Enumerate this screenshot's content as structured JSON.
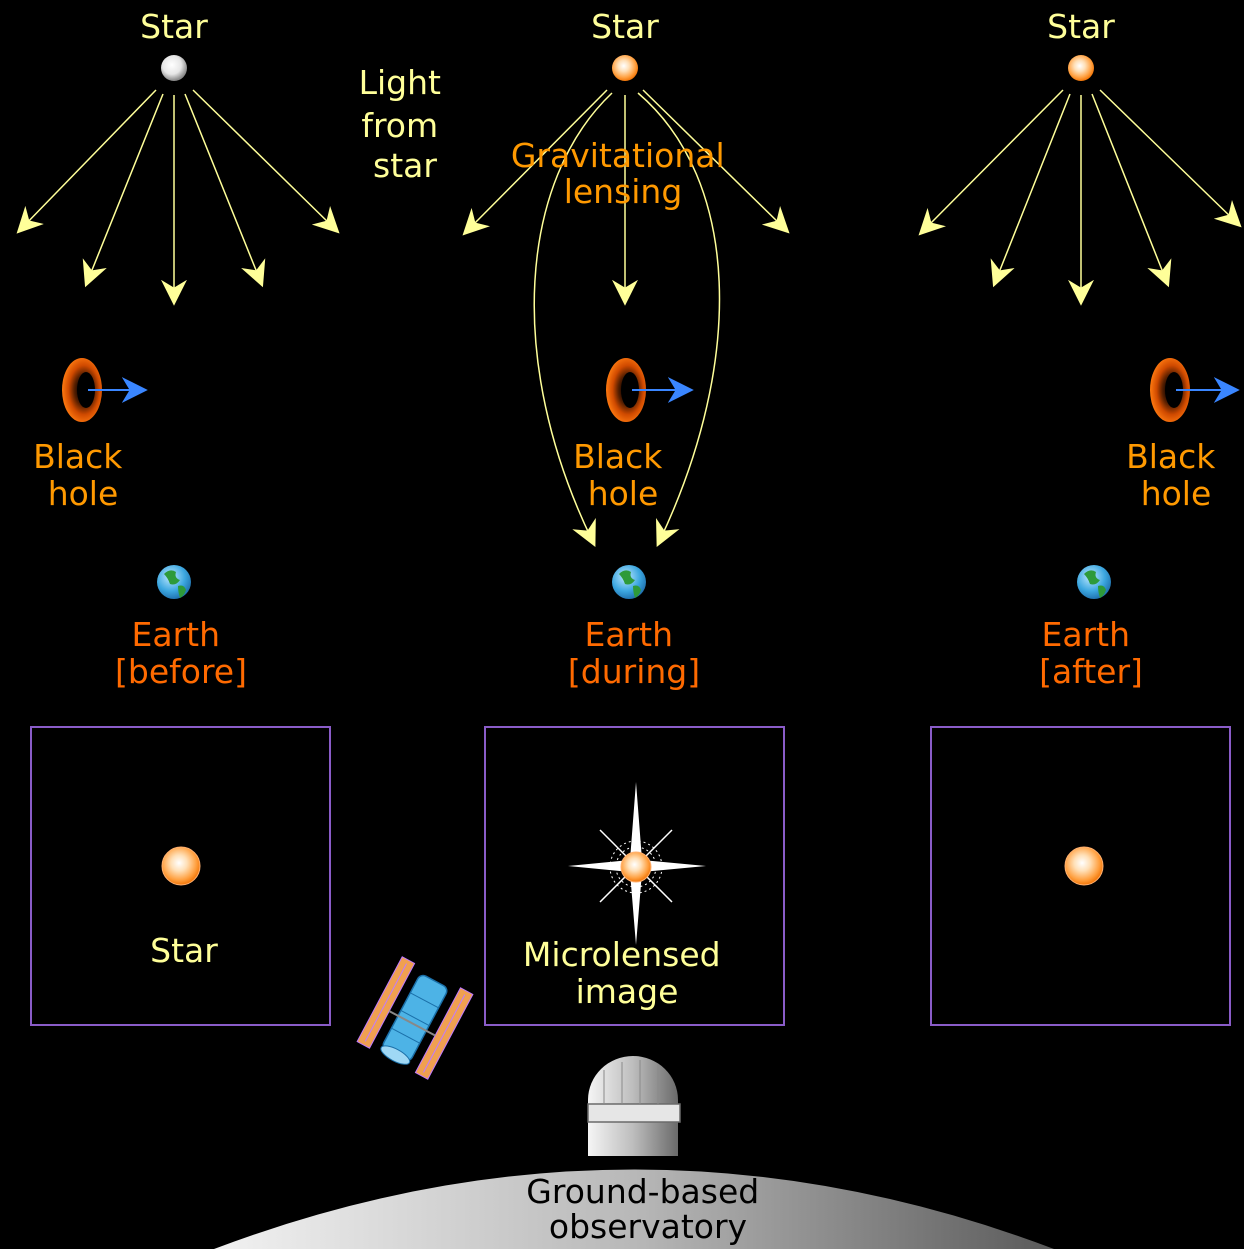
{
  "colors": {
    "background": "#000000",
    "star_label": "#ffff99",
    "orange_label": "#ff9900",
    "earth_label": "#ff6a00",
    "light_ray": "#ffff99",
    "motion_arrow": "#3a86ff",
    "frame": "#8a5cc8"
  },
  "icons": {
    "star": "star-icon",
    "black_hole": "black-hole-icon",
    "earth": "earth-icon",
    "telescope": "space-telescope-icon",
    "observatory": "observatory-dome-icon"
  },
  "columns": [
    {
      "star_label": "Star",
      "black_hole_label": [
        "Black",
        "hole"
      ],
      "earth_label": [
        "Earth",
        "[before]"
      ]
    },
    {
      "star_label": "Star",
      "black_hole_label": [
        "Black",
        "hole"
      ],
      "earth_label": [
        "Earth",
        "[during]"
      ]
    },
    {
      "star_label": "Star",
      "black_hole_label": [
        "Black",
        "hole"
      ],
      "earth_label": [
        "Earth",
        "[after]"
      ]
    }
  ],
  "light_label": [
    "Light",
    "from",
    "star"
  ],
  "lensing_label": [
    "Gravitational",
    "lensing"
  ],
  "panels": [
    {
      "caption": [
        "Star"
      ]
    },
    {
      "caption": [
        "Microlensed",
        "image"
      ]
    },
    {
      "caption": []
    }
  ],
  "observatory_label": [
    "Ground-based",
    "observatory"
  ]
}
